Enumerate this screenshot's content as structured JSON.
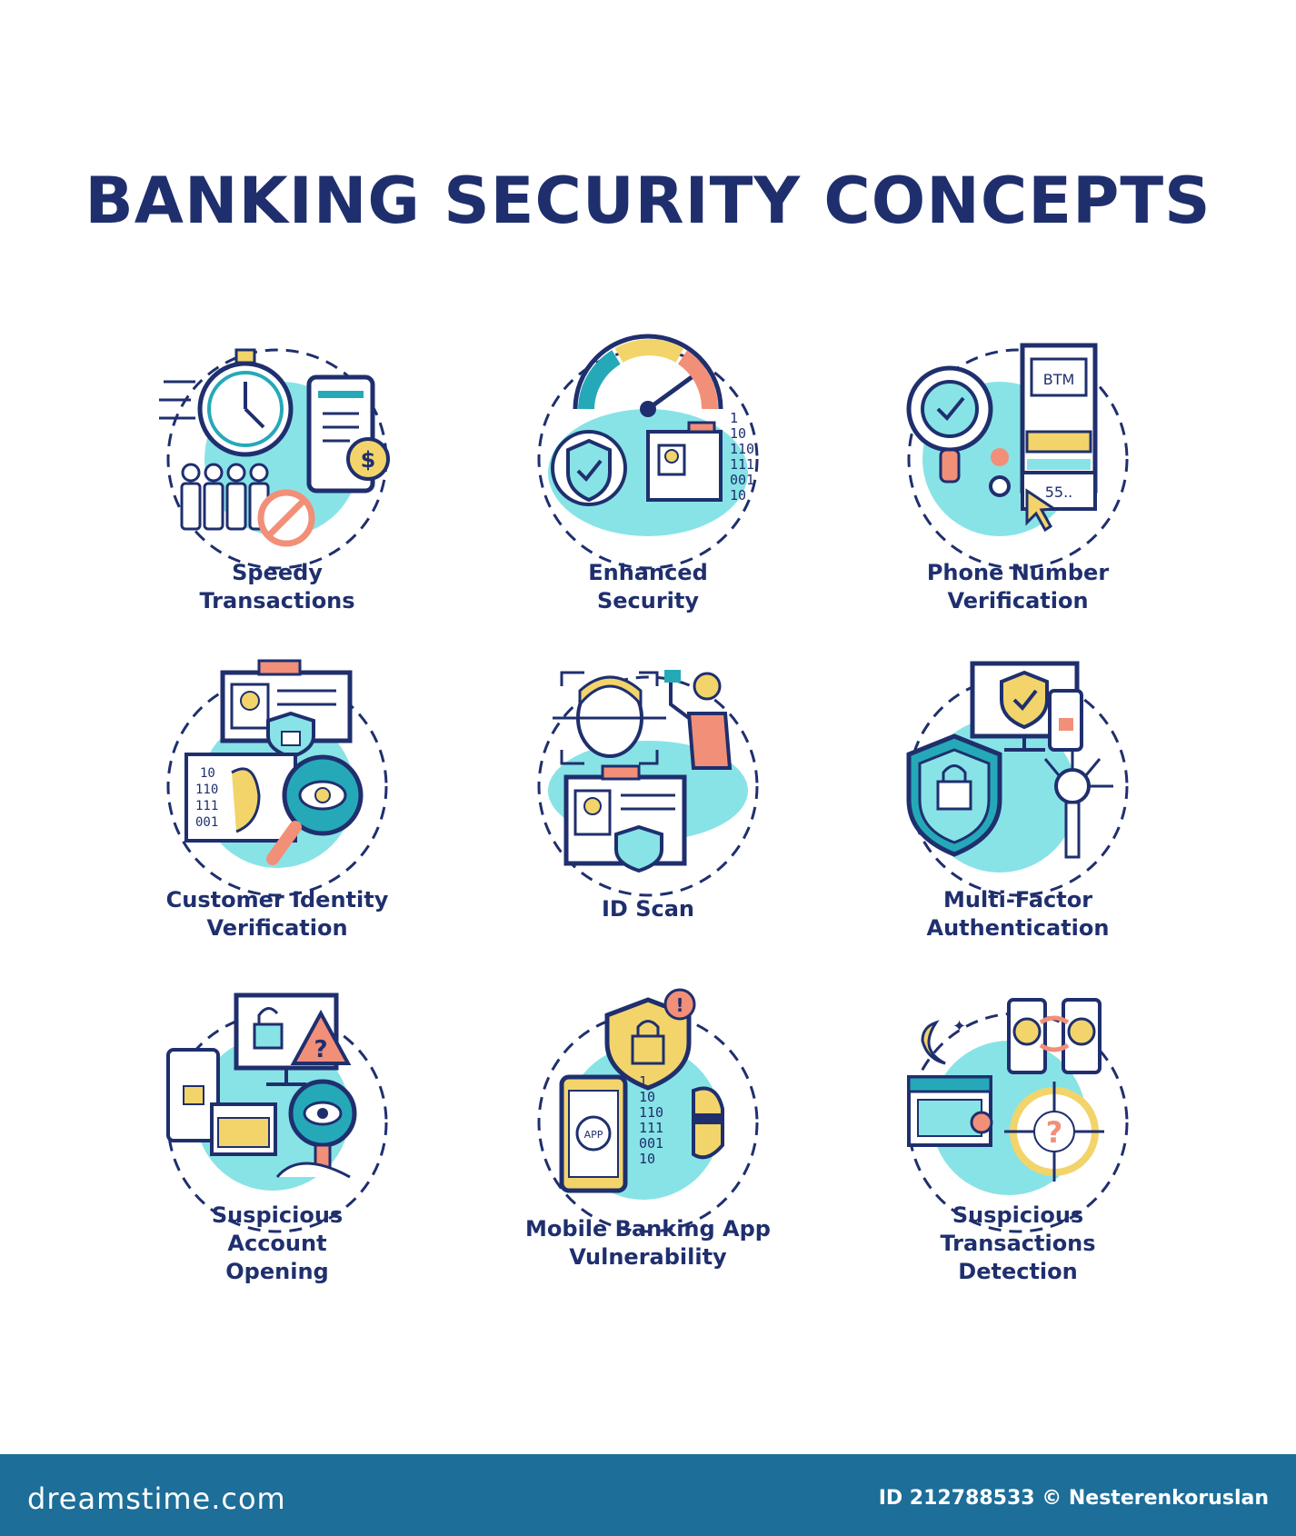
{
  "title": "BANKING SECURITY CONCEPTS",
  "colors": {
    "navy": "#1f2f6e",
    "teal": "#25a9b8",
    "cyan_fill": "#88e3e6",
    "yellow": "#f2d46b",
    "salmon": "#f28f78",
    "footer": "#1d6e99"
  },
  "concepts": [
    {
      "label": "Speedy\nTransactions",
      "icon": "stopwatch-queue-icon"
    },
    {
      "label": "Enhanced\nSecurity",
      "icon": "security-gauge-shield-icon"
    },
    {
      "label": "Phone Number\nVerification",
      "icon": "atm-phone-verification-icon"
    },
    {
      "label": "Customer Identity\nVerification",
      "icon": "id-card-magnifier-icon"
    },
    {
      "label": "ID Scan",
      "icon": "face-scan-id-card-icon"
    },
    {
      "label": "Multi-Factor\nAuthentication",
      "icon": "shield-key-monitor-icon"
    },
    {
      "label": "Suspicious\nAccount\nOpening",
      "icon": "unlocked-account-warning-icon"
    },
    {
      "label": "Mobile Banking App\nVulnerability",
      "icon": "app-hacker-lock-icon"
    },
    {
      "label": "Suspicious\nTransactions\nDetection",
      "icon": "transaction-target-icon"
    }
  ],
  "footer": {
    "brand": "dreamstime.com",
    "credit": "ID 212788533 © Nesterenkoruslan"
  }
}
